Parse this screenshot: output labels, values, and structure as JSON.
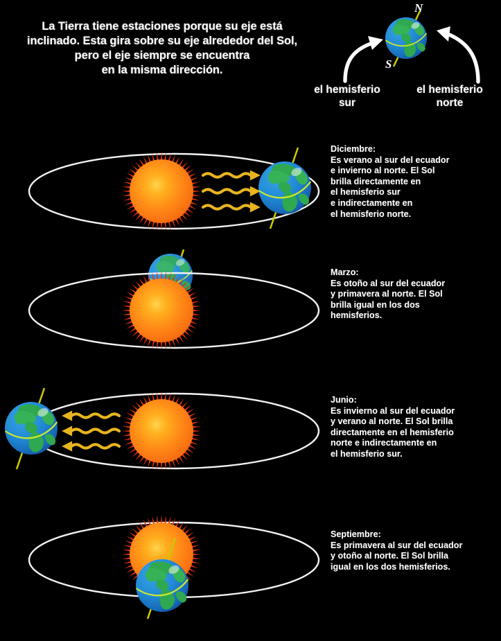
{
  "background_color": "#000000",
  "header": {
    "title_lines": [
      "La Tierra tiene estaciones porque su eje está",
      "inclinado. Esta gira sobre su eje alrededor del Sol,",
      "pero el eje siempre se encuentra",
      "en la misma dirección."
    ]
  },
  "reference_globe": {
    "pole_north": "N",
    "pole_south": "S",
    "hemisphere_south_lines": [
      "el hemisferio",
      "sur"
    ],
    "hemisphere_north_lines": [
      "el hemisferio",
      "norte"
    ]
  },
  "panels": [
    {
      "id": "december",
      "month": "Diciembre:",
      "body_lines": [
        "Es verano al sur del ecuador",
        "e invierno al norte. El Sol",
        "brilla directamente en",
        "el hemisferio sur",
        "e indirectamente en",
        "el hemisferio norte."
      ],
      "earth_position": "right",
      "rays_direction": "right",
      "rays_count": 3
    },
    {
      "id": "march",
      "month": "Marzo:",
      "body_lines": [
        "Es otoño al sur del ecuador",
        "y primavera al norte. El Sol",
        "brilla igual en los dos",
        "hemisferios."
      ],
      "earth_position": "back",
      "rays_direction": "none",
      "rays_count": 0
    },
    {
      "id": "june",
      "month": "Junio:",
      "body_lines": [
        "Es invierno al sur del ecuador",
        "y verano al norte. El Sol brilla",
        "directamente en el hemisferio",
        "norte e indirectamente en",
        "el hemisferio sur."
      ],
      "earth_position": "left",
      "rays_direction": "left",
      "rays_count": 3
    },
    {
      "id": "september",
      "month": "Septiembre:",
      "body_lines": [
        "Es primavera al sur del ecuador",
        "y otoño al norte. El Sol brilla",
        "igual en los dos hemisferios."
      ],
      "earth_position": "front",
      "rays_direction": "none",
      "rays_count": 0
    }
  ],
  "colors": {
    "background": "#000000",
    "text": "#ffffff",
    "orbit_line": "#f2f2f2",
    "sun_core": "#ffc107",
    "sun_mid": "#ff8c1a",
    "sun_edge": "#f26716",
    "sun_corona": "#e8320c",
    "ray_arrow": "#e8b420",
    "earth_ocean": "#1f8fd8",
    "earth_ocean_deep": "#1464b4",
    "earth_land": "#2fa84f",
    "earth_equator": "#c8e632",
    "earth_axis": "#c8c800",
    "arrow_white": "#ffffff"
  }
}
